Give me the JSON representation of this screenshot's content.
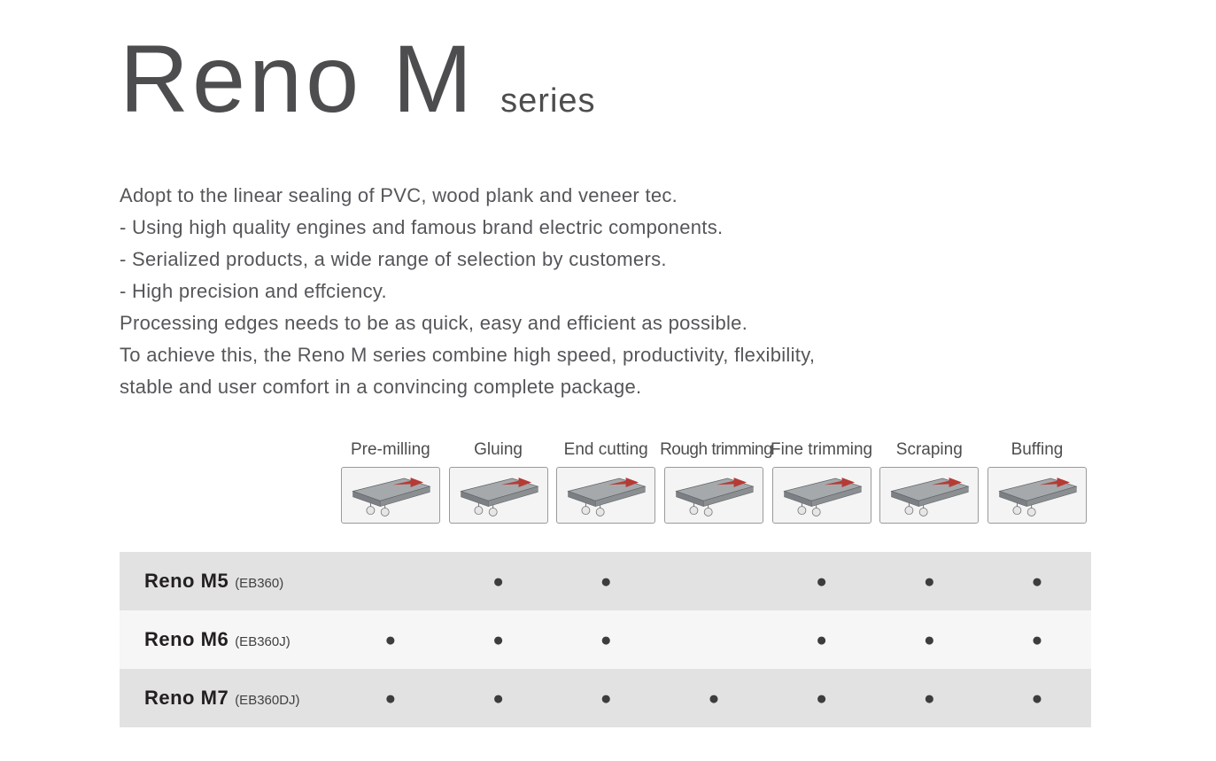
{
  "title": {
    "main": "Reno M",
    "sub": "series"
  },
  "description": {
    "lines": [
      "Adopt to the linear sealing of PVC, wood plank and veneer tec.",
      "- Using high quality engines and famous brand electric components.",
      "- Serialized products, a wide range of selection by customers.",
      "- High precision and effciency.",
      "Processing edges needs to be as quick, easy and efficient as possible.",
      "To achieve this, the Reno M series combine high speed, productivity, flexibility,",
      "stable and user comfort in a convincing complete package."
    ]
  },
  "process": {
    "columns": [
      {
        "label": "Pre-milling"
      },
      {
        "label": "Gluing"
      },
      {
        "label": "End cutting"
      },
      {
        "label": "Rough trimming"
      },
      {
        "label": "Fine trimming"
      },
      {
        "label": "Scraping"
      },
      {
        "label": "Buffing"
      }
    ]
  },
  "table": {
    "rows": [
      {
        "model": "Reno M5",
        "code": "(EB360)",
        "cells": [
          "",
          "●",
          "●",
          "",
          "●",
          "●",
          "●"
        ]
      },
      {
        "model": "Reno M6",
        "code": "(EB360J)",
        "cells": [
          "●",
          "●",
          "●",
          "",
          "●",
          "●",
          "●"
        ]
      },
      {
        "model": "Reno M7",
        "code": "(EB360DJ)",
        "cells": [
          "●",
          "●",
          "●",
          "●",
          "●",
          "●",
          "●"
        ]
      }
    ]
  },
  "colors": {
    "accent_red": "#b63b34",
    "text_gray": "#58595b",
    "row_dark": "#e2e2e2",
    "row_light": "#f6f6f6",
    "dot": "#3d3d3d"
  }
}
